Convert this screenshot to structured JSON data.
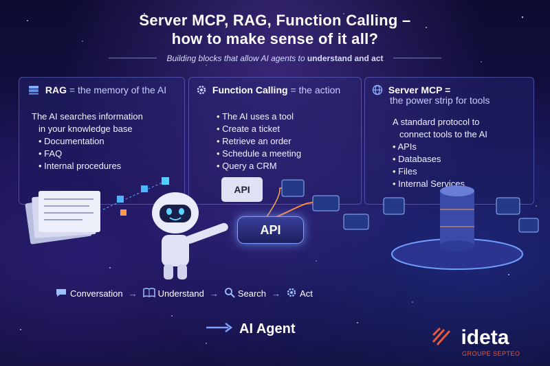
{
  "header": {
    "title_line1": "Server MCP, RAG, Function Calling –",
    "title_line2": "how to make sense of it all?",
    "subtitle_pre": "Building blocks that allow AI agents to ",
    "subtitle_bold": "understand and act"
  },
  "panels": {
    "rag": {
      "title": "RAG",
      "subtitle": "= the memory of the AI",
      "intro1": "The AI searches information",
      "intro2": "in your knowledge base",
      "items": [
        "Documentation",
        "FAQ",
        "Internal procedures"
      ],
      "icon": "layers-icon"
    },
    "function": {
      "title": "Function Calling",
      "subtitle": "= the action",
      "items": [
        "The AI uses a tool",
        "Create a ticket",
        "Retrieve an order",
        "Schedule a meeting",
        "Query a CRM"
      ],
      "icon": "gear-icon"
    },
    "mcp": {
      "title": "Server MCP =",
      "subtitle": "the power strip for tools",
      "intro1": "A standard protocol to",
      "intro2": "connect tools to the AI",
      "items": [
        "APIs",
        "Databases",
        "Files",
        "Internal Services"
      ],
      "icon": "globe-icon"
    }
  },
  "illustration": {
    "api_button": "API",
    "api_card": "API"
  },
  "flow": {
    "steps": [
      "Conversation",
      "Understand",
      "Search",
      "Act"
    ]
  },
  "footer": {
    "agent_label": "AI Agent",
    "logo_name": "ideta",
    "logo_tag": "GROUPE SEPTEO"
  },
  "colors": {
    "accent": "#7fa0ff",
    "brand": "#e85a3a",
    "background": "#16114a"
  }
}
